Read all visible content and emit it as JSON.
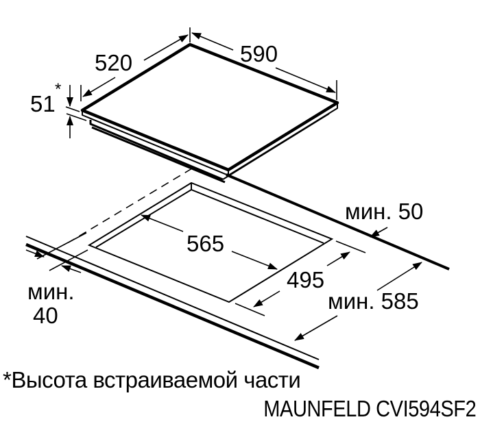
{
  "diagram": {
    "type": "installation-dimensions-drawing",
    "subject": "built-in cooktop and countertop cutout",
    "colors": {
      "line": "#000000",
      "background": "#ffffff"
    },
    "hob": {
      "depth_label": "520",
      "width_label": "590",
      "height_label": "51",
      "height_marker": "*"
    },
    "cutout": {
      "width_label": "565",
      "depth_label": "495"
    },
    "clearances": {
      "rear_label": "мин. 50",
      "front_label_line1": "мин.",
      "front_label_line2": "40",
      "countertop_depth_label": "мин. 585"
    },
    "footnote": "*Высота встраиваемой части",
    "model": "MAUNFELD CVI594SF2"
  }
}
